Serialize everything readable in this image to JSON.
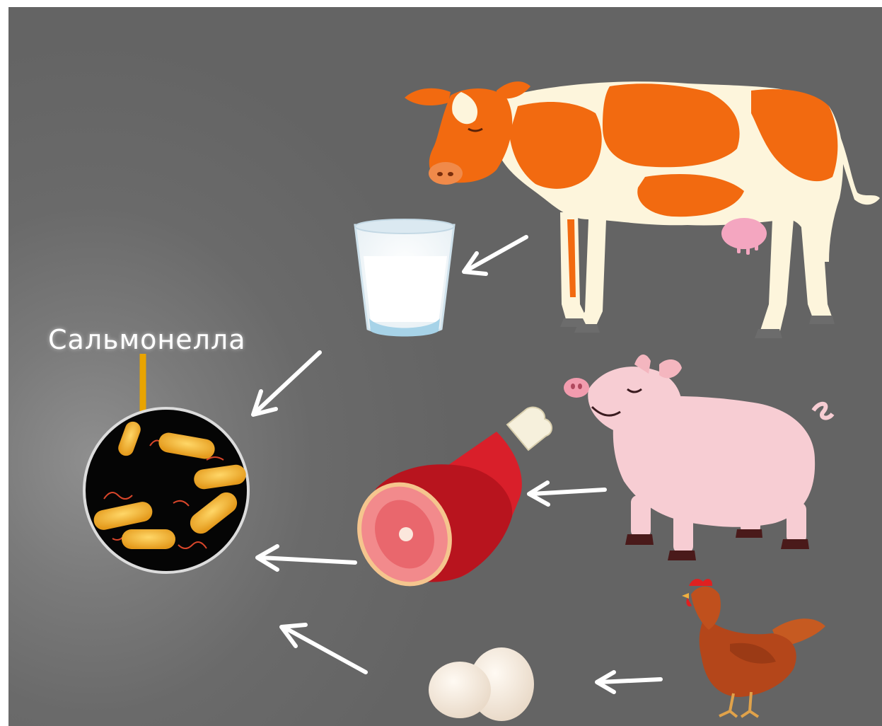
{
  "title_label": "Сальмонелла",
  "sources": [
    {
      "animal": "cow",
      "product": "milk"
    },
    {
      "animal": "pig",
      "product": "ham"
    },
    {
      "animal": "chicken",
      "product": "eggs"
    }
  ],
  "target": "salmonella-bacteria",
  "colors": {
    "background": "#646464",
    "cow_orange": "#f26a10",
    "cow_cream": "#fdf5dc",
    "pig_pink": "#f7cdd3",
    "ham_red": "#d91f2a",
    "hen_brown": "#b4461a",
    "bacteria_yellow": "#f2b233",
    "arrow": "#ffffff",
    "pointer": "#e8a400"
  }
}
